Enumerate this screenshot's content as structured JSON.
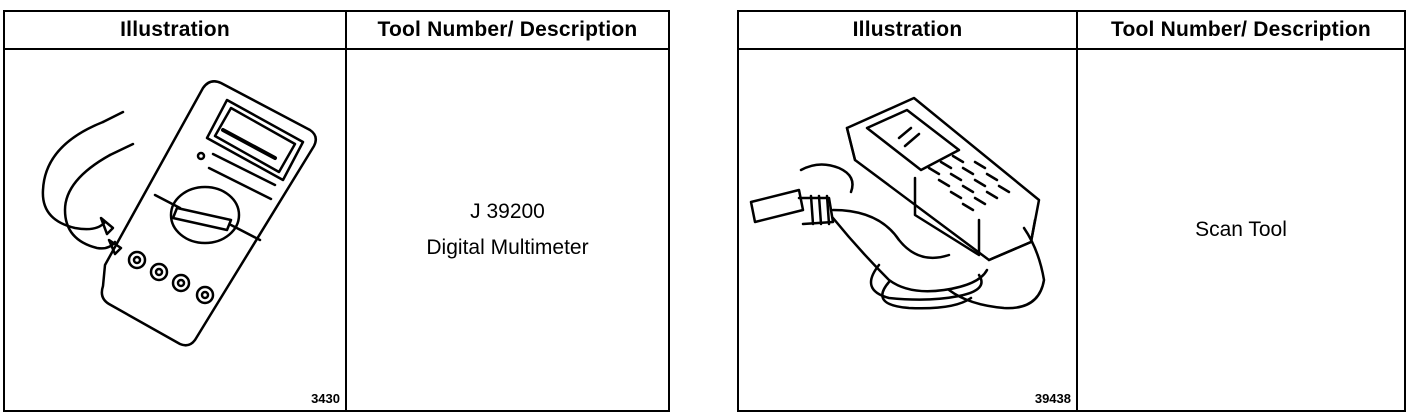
{
  "tables": [
    {
      "header": {
        "illustration": "Illustration",
        "description": "Tool Number/ Description"
      },
      "tool_number": "J 39200",
      "tool_description": "Digital Multimeter",
      "figure_number": "3430",
      "icon": "digital-multimeter-illustration"
    },
    {
      "header": {
        "illustration": "Illustration",
        "description": "Tool Number/ Description"
      },
      "tool_description": "Scan Tool",
      "figure_number": "39438",
      "icon": "scan-tool-illustration"
    }
  ]
}
